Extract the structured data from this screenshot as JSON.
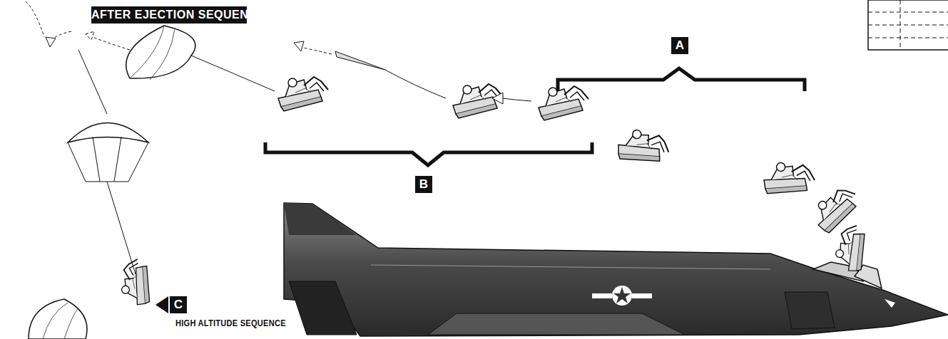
{
  "diagram": {
    "title": "AFTER EJECTION SEQUENCE",
    "caption": "HIGH ALTITUDE SEQUENCE",
    "nodes": [
      {
        "text": [
          "A"
        ]
      },
      {
        "text": [
          "B"
        ]
      },
      {
        "text": [
          "C"
        ]
      }
    ]
  }
}
